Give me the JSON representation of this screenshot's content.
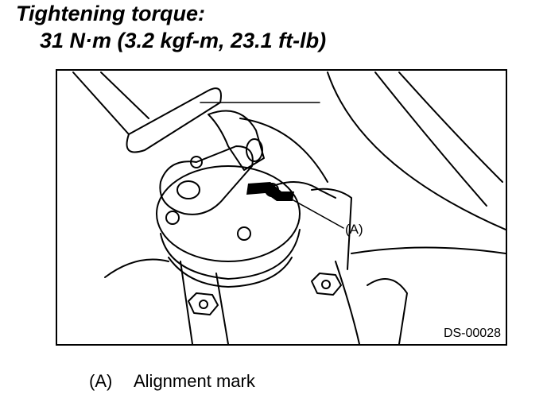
{
  "header": {
    "title": "Tightening torque:",
    "torque_spec": "31 N·m (3.2 kgf-m, 23.1 ft-lb)"
  },
  "figure": {
    "callout_label": "(A)",
    "figure_id": "DS-00028"
  },
  "legend": {
    "key": "(A)",
    "description": "Alignment mark"
  },
  "colors": {
    "ink": "#000000",
    "background": "#ffffff"
  }
}
